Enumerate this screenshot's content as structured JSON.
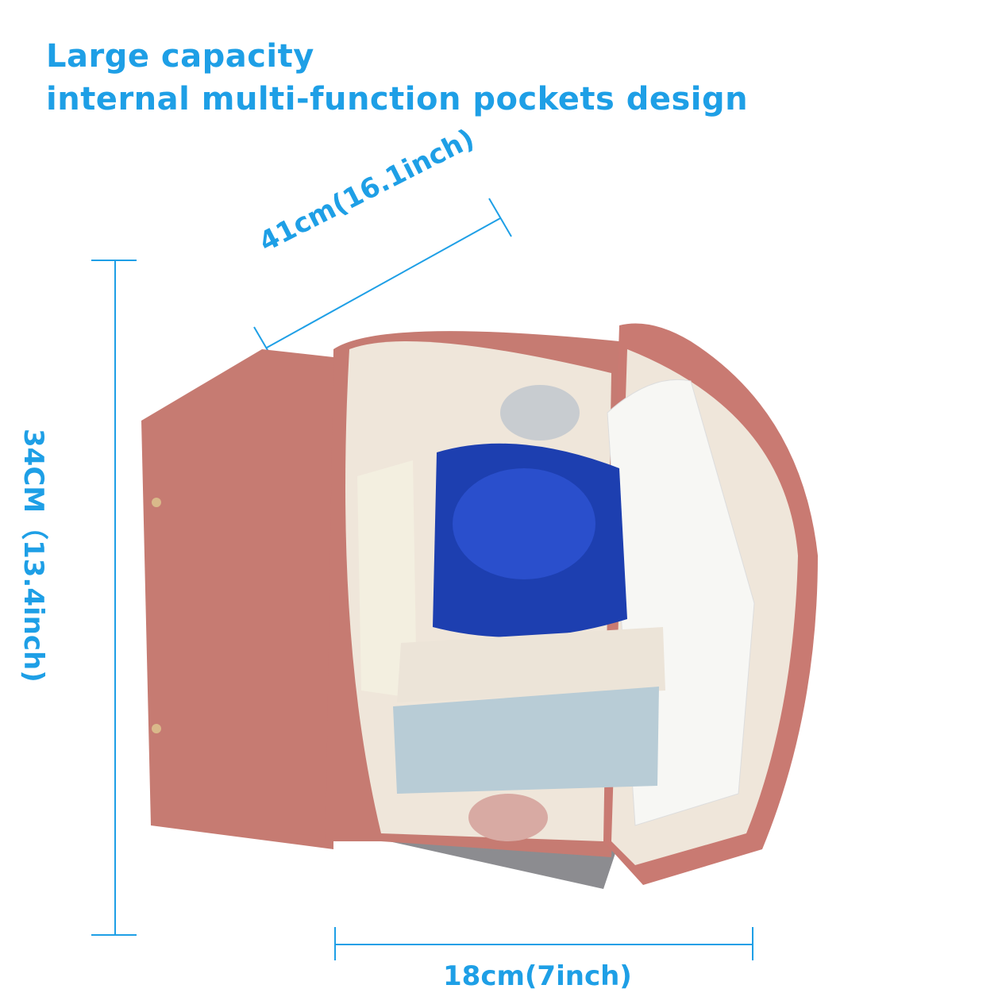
{
  "headline": {
    "line1": "Large capacity",
    "line2": "internal multi-function pockets design"
  },
  "dimensions": {
    "width": "41cm(16.1inch)",
    "height": "34CM（13.4inch)",
    "depth": "18cm(7inch)"
  },
  "colors": {
    "accent": "#1e9fe6",
    "bag": "#c97a72",
    "lining": "#efe6da"
  }
}
